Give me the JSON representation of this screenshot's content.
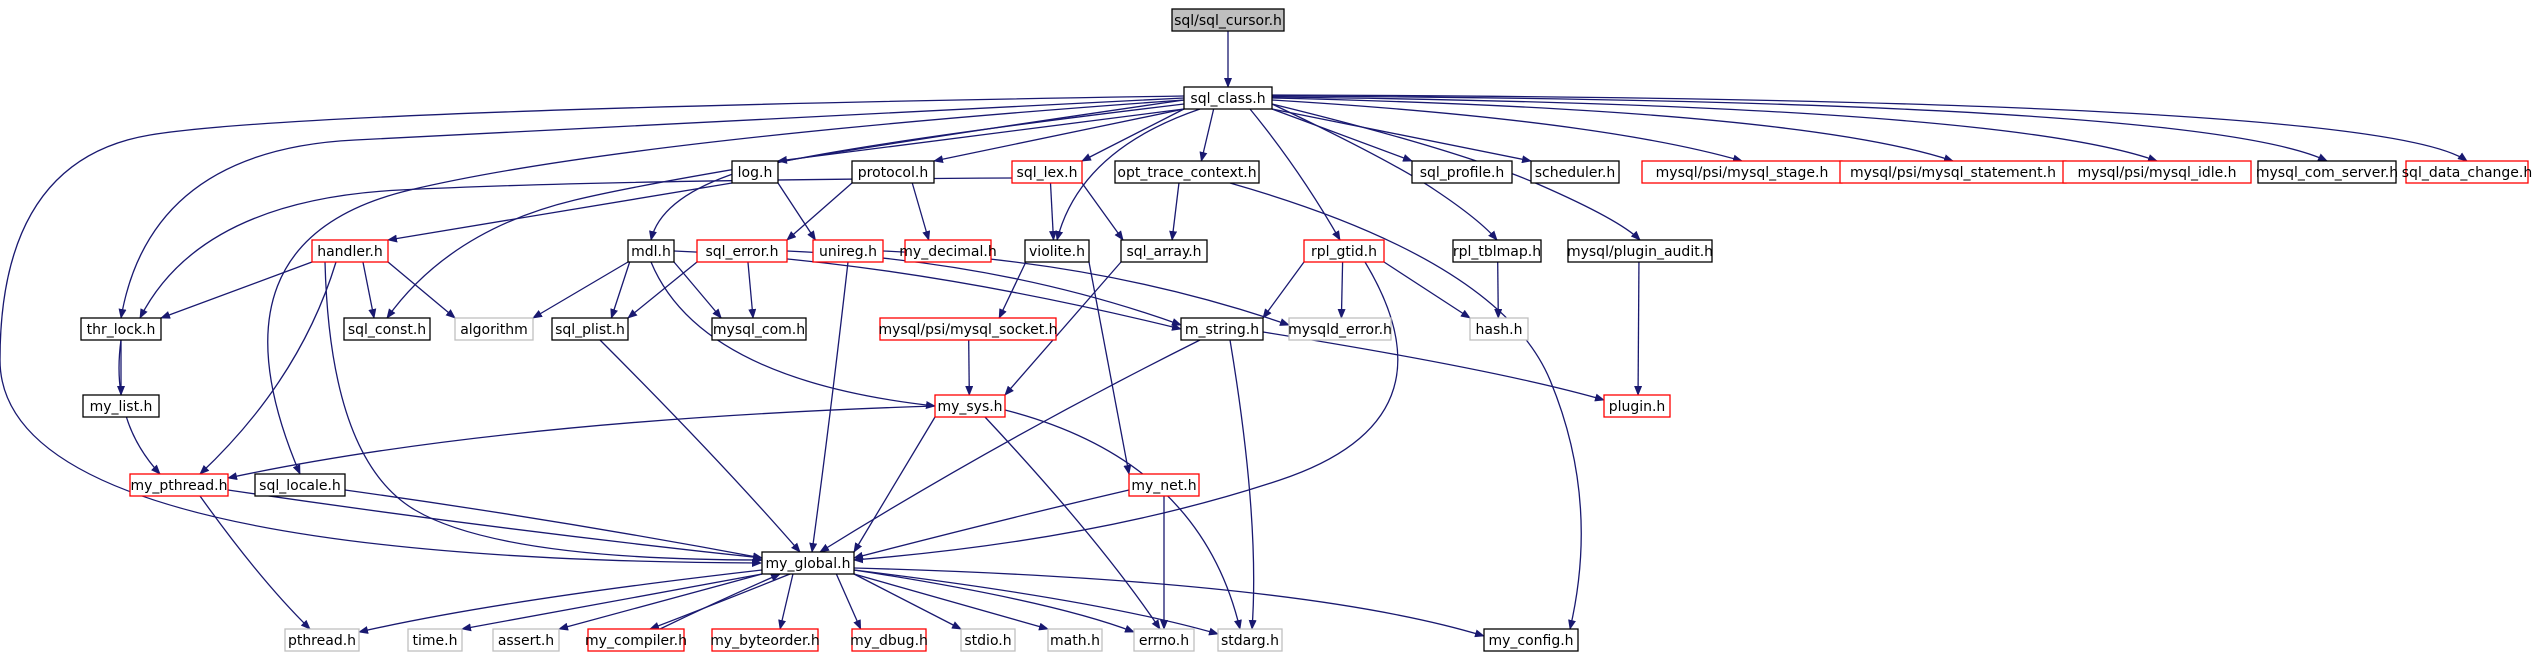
{
  "diagram": {
    "colors": {
      "edge": "#191970",
      "root_fill": "#bfbfbf",
      "fill": "#ffffff",
      "border_documented": "#000000",
      "border_truncated": "#ff0000",
      "border_system": "#bfbfbf"
    },
    "nodes": [
      {
        "id": "sql_cursor_h",
        "label": "sql/sql_cursor.h",
        "kind": "root"
      },
      {
        "id": "sql_class_h",
        "label": "sql_class.h",
        "kind": "documented"
      },
      {
        "id": "log_h",
        "label": "log.h",
        "kind": "documented"
      },
      {
        "id": "protocol_h",
        "label": "protocol.h",
        "kind": "documented"
      },
      {
        "id": "sql_lex_h",
        "label": "sql_lex.h",
        "kind": "truncated"
      },
      {
        "id": "opt_trace_context_h",
        "label": "opt_trace_context.h",
        "kind": "documented"
      },
      {
        "id": "sql_profile_h",
        "label": "sql_profile.h",
        "kind": "documented"
      },
      {
        "id": "scheduler_h",
        "label": "scheduler.h",
        "kind": "documented"
      },
      {
        "id": "mysql_stage_h",
        "label": "mysql/psi/mysql_stage.h",
        "kind": "truncated"
      },
      {
        "id": "mysql_statement_h",
        "label": "mysql/psi/mysql_statement.h",
        "kind": "truncated"
      },
      {
        "id": "mysql_idle_h",
        "label": "mysql/psi/mysql_idle.h",
        "kind": "truncated"
      },
      {
        "id": "mysql_com_server_h",
        "label": "mysql_com_server.h",
        "kind": "documented"
      },
      {
        "id": "sql_data_change_h",
        "label": "sql_data_change.h",
        "kind": "truncated"
      },
      {
        "id": "handler_h",
        "label": "handler.h",
        "kind": "truncated"
      },
      {
        "id": "mdl_h",
        "label": "mdl.h",
        "kind": "documented"
      },
      {
        "id": "sql_error_h",
        "label": "sql_error.h",
        "kind": "truncated"
      },
      {
        "id": "unireg_h",
        "label": "unireg.h",
        "kind": "truncated"
      },
      {
        "id": "my_decimal_h",
        "label": "my_decimal.h",
        "kind": "truncated"
      },
      {
        "id": "violite_h",
        "label": "violite.h",
        "kind": "documented"
      },
      {
        "id": "sql_array_h",
        "label": "sql_array.h",
        "kind": "documented"
      },
      {
        "id": "rpl_gtid_h",
        "label": "rpl_gtid.h",
        "kind": "truncated"
      },
      {
        "id": "rpl_tblmap_h",
        "label": "rpl_tblmap.h",
        "kind": "documented"
      },
      {
        "id": "plugin_audit_h",
        "label": "mysql/plugin_audit.h",
        "kind": "documented"
      },
      {
        "id": "thr_lock_h",
        "label": "thr_lock.h",
        "kind": "documented"
      },
      {
        "id": "sql_const_h",
        "label": "sql_const.h",
        "kind": "documented"
      },
      {
        "id": "algorithm",
        "label": "algorithm",
        "kind": "system"
      },
      {
        "id": "sql_plist_h",
        "label": "sql_plist.h",
        "kind": "documented"
      },
      {
        "id": "mysql_com_h",
        "label": "mysql_com.h",
        "kind": "documented"
      },
      {
        "id": "mysql_socket_h",
        "label": "mysql/psi/mysql_socket.h",
        "kind": "truncated"
      },
      {
        "id": "m_string_h",
        "label": "m_string.h",
        "kind": "documented"
      },
      {
        "id": "mysqld_error_h",
        "label": "mysqld_error.h",
        "kind": "system"
      },
      {
        "id": "hash_h",
        "label": "hash.h",
        "kind": "system"
      },
      {
        "id": "my_list_h",
        "label": "my_list.h",
        "kind": "documented"
      },
      {
        "id": "my_sys_h",
        "label": "my_sys.h",
        "kind": "truncated"
      },
      {
        "id": "plugin_h",
        "label": "plugin.h",
        "kind": "truncated"
      },
      {
        "id": "my_pthread_h",
        "label": "my_pthread.h",
        "kind": "truncated"
      },
      {
        "id": "sql_locale_h",
        "label": "sql_locale.h",
        "kind": "documented"
      },
      {
        "id": "my_net_h",
        "label": "my_net.h",
        "kind": "truncated"
      },
      {
        "id": "my_global_h",
        "label": "my_global.h",
        "kind": "documented"
      },
      {
        "id": "pthread_h",
        "label": "pthread.h",
        "kind": "system"
      },
      {
        "id": "time_h",
        "label": "time.h",
        "kind": "system"
      },
      {
        "id": "assert_h",
        "label": "assert.h",
        "kind": "system"
      },
      {
        "id": "my_compiler_h",
        "label": "my_compiler.h",
        "kind": "truncated"
      },
      {
        "id": "my_byteorder_h",
        "label": "my_byteorder.h",
        "kind": "truncated"
      },
      {
        "id": "my_dbug_h",
        "label": "my_dbug.h",
        "kind": "truncated"
      },
      {
        "id": "stdio_h",
        "label": "stdio.h",
        "kind": "system"
      },
      {
        "id": "math_h",
        "label": "math.h",
        "kind": "system"
      },
      {
        "id": "errno_h",
        "label": "errno.h",
        "kind": "system"
      },
      {
        "id": "stdarg_h",
        "label": "stdarg.h",
        "kind": "system"
      },
      {
        "id": "my_config_h",
        "label": "my_config.h",
        "kind": "documented"
      }
    ],
    "edges": [
      [
        "sql_cursor_h",
        "sql_class_h"
      ],
      [
        "sql_class_h",
        "log_h"
      ],
      [
        "sql_class_h",
        "protocol_h"
      ],
      [
        "sql_class_h",
        "sql_lex_h"
      ],
      [
        "sql_class_h",
        "opt_trace_context_h"
      ],
      [
        "sql_class_h",
        "sql_profile_h"
      ],
      [
        "sql_class_h",
        "scheduler_h"
      ],
      [
        "sql_class_h",
        "mysql_stage_h"
      ],
      [
        "sql_class_h",
        "mysql_statement_h"
      ],
      [
        "sql_class_h",
        "mysql_idle_h"
      ],
      [
        "sql_class_h",
        "mysql_com_server_h"
      ],
      [
        "sql_class_h",
        "sql_data_change_h"
      ],
      [
        "sql_class_h",
        "mdl_h"
      ],
      [
        "sql_class_h",
        "violite_h"
      ],
      [
        "sql_class_h",
        "rpl_gtid_h"
      ],
      [
        "sql_class_h",
        "rpl_tblmap_h"
      ],
      [
        "sql_class_h",
        "plugin_audit_h"
      ],
      [
        "sql_class_h",
        "thr_lock_h"
      ],
      [
        "sql_class_h",
        "sql_const_h"
      ],
      [
        "sql_class_h",
        "sql_locale_h"
      ],
      [
        "sql_class_h",
        "my_global_h"
      ],
      [
        "log_h",
        "handler_h"
      ],
      [
        "log_h",
        "unireg_h"
      ],
      [
        "protocol_h",
        "sql_error_h"
      ],
      [
        "protocol_h",
        "my_decimal_h"
      ],
      [
        "sql_lex_h",
        "thr_lock_h"
      ],
      [
        "sql_lex_h",
        "violite_h"
      ],
      [
        "sql_lex_h",
        "sql_array_h"
      ],
      [
        "opt_trace_context_h",
        "sql_array_h"
      ],
      [
        "opt_trace_context_h",
        "my_config_h"
      ],
      [
        "handler_h",
        "thr_lock_h"
      ],
      [
        "handler_h",
        "sql_const_h"
      ],
      [
        "handler_h",
        "algorithm"
      ],
      [
        "handler_h",
        "my_pthread_h"
      ],
      [
        "handler_h",
        "my_global_h"
      ],
      [
        "mdl_h",
        "algorithm"
      ],
      [
        "mdl_h",
        "sql_plist_h"
      ],
      [
        "mdl_h",
        "mysql_com_h"
      ],
      [
        "mdl_h",
        "m_string_h"
      ],
      [
        "mdl_h",
        "my_sys_h"
      ],
      [
        "sql_error_h",
        "sql_plist_h"
      ],
      [
        "sql_error_h",
        "mysql_com_h"
      ],
      [
        "sql_error_h",
        "m_string_h"
      ],
      [
        "unireg_h",
        "mysqld_error_h"
      ],
      [
        "unireg_h",
        "my_global_h"
      ],
      [
        "violite_h",
        "mysql_socket_h"
      ],
      [
        "violite_h",
        "my_net_h"
      ],
      [
        "sql_array_h",
        "my_sys_h"
      ],
      [
        "rpl_gtid_h",
        "m_string_h"
      ],
      [
        "rpl_gtid_h",
        "mysqld_error_h"
      ],
      [
        "rpl_gtid_h",
        "hash_h"
      ],
      [
        "rpl_gtid_h",
        "my_global_h"
      ],
      [
        "rpl_tblmap_h",
        "hash_h"
      ],
      [
        "plugin_audit_h",
        "plugin_h"
      ],
      [
        "thr_lock_h",
        "my_list_h"
      ],
      [
        "thr_lock_h",
        "my_pthread_h"
      ],
      [
        "sql_plist_h",
        "my_global_h"
      ],
      [
        "mysql_socket_h",
        "my_sys_h"
      ],
      [
        "m_string_h",
        "plugin_h"
      ],
      [
        "m_string_h",
        "my_global_h"
      ],
      [
        "m_string_h",
        "stdarg_h"
      ],
      [
        "my_sys_h",
        "my_pthread_h"
      ],
      [
        "my_sys_h",
        "my_global_h"
      ],
      [
        "my_sys_h",
        "errno_h"
      ],
      [
        "my_sys_h",
        "stdarg_h"
      ],
      [
        "my_pthread_h",
        "my_global_h"
      ],
      [
        "my_pthread_h",
        "pthread_h"
      ],
      [
        "sql_locale_h",
        "my_global_h"
      ],
      [
        "my_net_h",
        "my_global_h"
      ],
      [
        "my_net_h",
        "errno_h"
      ],
      [
        "my_global_h",
        "pthread_h"
      ],
      [
        "my_global_h",
        "time_h"
      ],
      [
        "my_global_h",
        "assert_h"
      ],
      [
        "my_global_h",
        "my_compiler_h"
      ],
      [
        "my_global_h",
        "my_byteorder_h"
      ],
      [
        "my_global_h",
        "my_dbug_h"
      ],
      [
        "my_global_h",
        "stdio_h"
      ],
      [
        "my_global_h",
        "math_h"
      ],
      [
        "my_global_h",
        "errno_h"
      ],
      [
        "my_global_h",
        "stdarg_h"
      ],
      [
        "my_global_h",
        "my_config_h"
      ],
      [
        "my_compiler_h",
        "my_global_h"
      ]
    ]
  }
}
